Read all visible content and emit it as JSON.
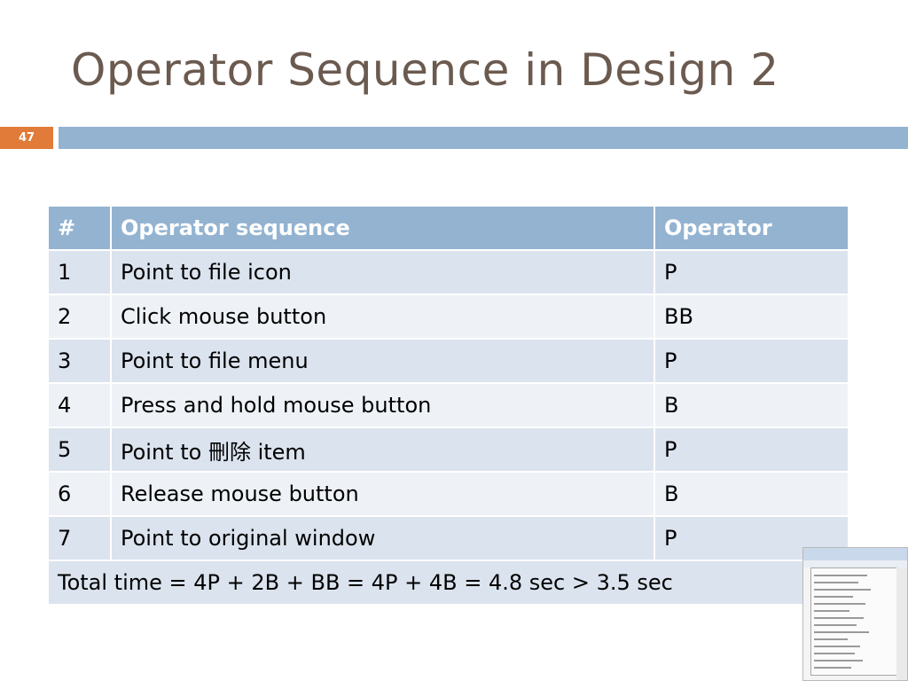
{
  "slide": {
    "title": "Operator Sequence in Design 2",
    "number": "47"
  },
  "table": {
    "headers": [
      "#",
      "Operator sequence",
      "Operator"
    ],
    "rows": [
      [
        "1",
        "Point to file icon",
        "P"
      ],
      [
        "2",
        "Click mouse button",
        "BB"
      ],
      [
        "3",
        "Point to file menu",
        "P"
      ],
      [
        "4",
        "Press and hold mouse button",
        "B"
      ],
      [
        "5",
        "Point to 刪除 item",
        "P"
      ],
      [
        "6",
        "Release mouse button",
        "B"
      ],
      [
        "7",
        "Point to original window",
        "P"
      ]
    ],
    "total": "Total time = 4P + 2B + BB = 4P + 4B = 4.8 sec > 3.5 sec"
  },
  "colors": {
    "title": "#6b5a4f",
    "accent_orange": "#e07b39",
    "header_blue": "#93b3d1",
    "row_dark": "#dbe3ee",
    "row_light": "#eef2f7"
  },
  "icons": {
    "thumbnail": "context-menu-screenshot-thumbnail"
  }
}
